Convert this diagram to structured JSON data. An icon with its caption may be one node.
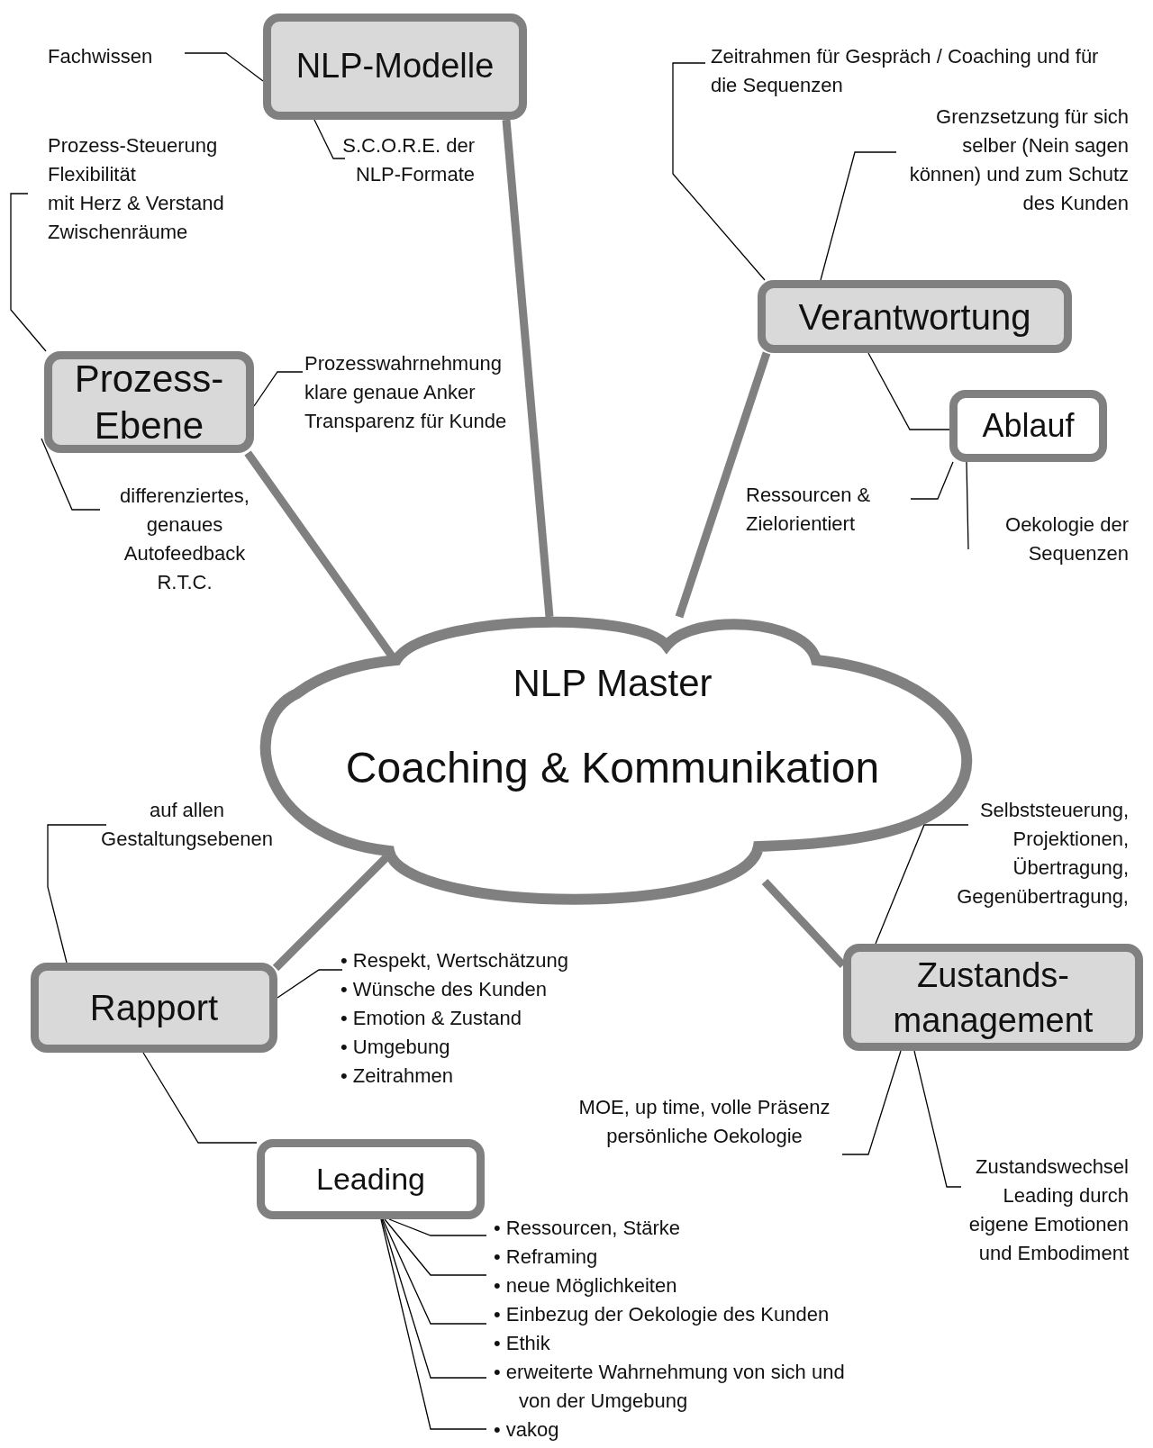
{
  "diagram": {
    "nodes": [
      {
        "text": [
          "NLP Master",
          "Coaching & Kommunikation"
        ]
      },
      {
        "text": [
          "NLP-Modelle"
        ]
      },
      {
        "text": [
          "Prozess- Ebene"
        ]
      },
      {
        "text": [
          "Verantwortung"
        ]
      },
      {
        "text": [
          "Ablauf"
        ]
      },
      {
        "text": [
          "Rapport"
        ]
      },
      {
        "text": [
          "Leading"
        ]
      },
      {
        "text": [
          "Zustands- management"
        ]
      },
      {
        "text": [
          "Fachwissen"
        ]
      },
      {
        "text": [
          "S.C.O.R.E. der NLP-Formate"
        ]
      },
      {
        "text": [
          "Prozess-Steuerung",
          "Flexibilität",
          "mit Herz & Verstand",
          "Zwischenräume"
        ]
      },
      {
        "text": [
          "Prozesswahrnehmung",
          "klare genaue Anker",
          "Transparenz für Kunde"
        ]
      },
      {
        "text": [
          "differenziertes, genaues Autofeedback R.T.C."
        ]
      },
      {
        "text": [
          "Zeitrahmen für Gespräch / Coaching und für die Sequenzen"
        ]
      },
      {
        "text": [
          "Grenzsetzung für sich selber (Nein sagen können) und zum Schutz des Kunden"
        ]
      },
      {
        "text": [
          "Ressourcen & Zielorientiert"
        ]
      },
      {
        "text": [
          "Oekologie der Sequenzen"
        ]
      },
      {
        "text": [
          "auf allen Gestaltungsebenen"
        ]
      },
      {
        "text": [
          "• Respekt, Wertschätzung",
          "• Wünsche des Kunden",
          "• Emotion & Zustand",
          "• Umgebung",
          "• Zeitrahmen"
        ]
      },
      {
        "text": [
          "• Ressourcen, Stärke",
          "• Reframing",
          "• neue Möglichkeiten",
          "• Einbezug der Oekologie des Kunden",
          "• Ethik",
          "• erweiterte Wahrnehmung von sich und von der Umgebung",
          "• vakog"
        ]
      },
      {
        "text": [
          "MOE, up time, volle Präsenz persönliche Oekologie"
        ]
      },
      {
        "text": [
          "Zustandswechsel Leading durch eigene Emotionen und Embodiment"
        ]
      },
      {
        "text": [
          "Selbststeuerung,",
          "Projektionen,",
          "Übertragung,",
          "Gegenübertragung,"
        ]
      }
    ],
    "edges": [
      {
        "from": 0,
        "to": 1,
        "arrow": "none",
        "style": "thick",
        "color": "#808080"
      },
      {
        "from": 0,
        "to": 2,
        "arrow": "none",
        "style": "thick",
        "color": "#808080"
      },
      {
        "from": 0,
        "to": 3,
        "arrow": "none",
        "style": "thick",
        "color": "#808080"
      },
      {
        "from": 0,
        "to": 5,
        "arrow": "none",
        "style": "thick",
        "color": "#808080"
      },
      {
        "from": 0,
        "to": 7,
        "arrow": "none",
        "style": "thick",
        "color": "#808080"
      },
      {
        "from": 3,
        "to": 4,
        "arrow": "none"
      },
      {
        "from": 5,
        "to": 6,
        "arrow": "none"
      },
      {
        "from": 8,
        "to": 1,
        "arrow": "none"
      },
      {
        "from": 9,
        "to": 1,
        "arrow": "none"
      },
      {
        "from": 10,
        "to": 2,
        "arrow": "none"
      },
      {
        "from": 11,
        "to": 2,
        "arrow": "none"
      },
      {
        "from": 12,
        "to": 2,
        "arrow": "none"
      },
      {
        "from": 13,
        "to": 3,
        "arrow": "none"
      },
      {
        "from": 14,
        "to": 3,
        "arrow": "none"
      },
      {
        "from": 15,
        "to": 4,
        "arrow": "none"
      },
      {
        "from": 16,
        "to": 4,
        "arrow": "none"
      },
      {
        "from": 17,
        "to": 5,
        "arrow": "none"
      },
      {
        "from": 18,
        "to": 5,
        "arrow": "none"
      },
      {
        "from": 19,
        "to": 6,
        "arrow": "none"
      },
      {
        "from": 19,
        "to": 6,
        "arrow": "none"
      },
      {
        "from": 19,
        "to": 6,
        "arrow": "none"
      },
      {
        "from": 19,
        "to": 6,
        "arrow": "none"
      },
      {
        "from": 19,
        "to": 6,
        "arrow": "none"
      },
      {
        "from": 20,
        "to": 7,
        "arrow": "none"
      },
      {
        "from": 21,
        "to": 7,
        "arrow": "none"
      },
      {
        "from": 22,
        "to": 7,
        "arrow": "none"
      }
    ]
  }
}
